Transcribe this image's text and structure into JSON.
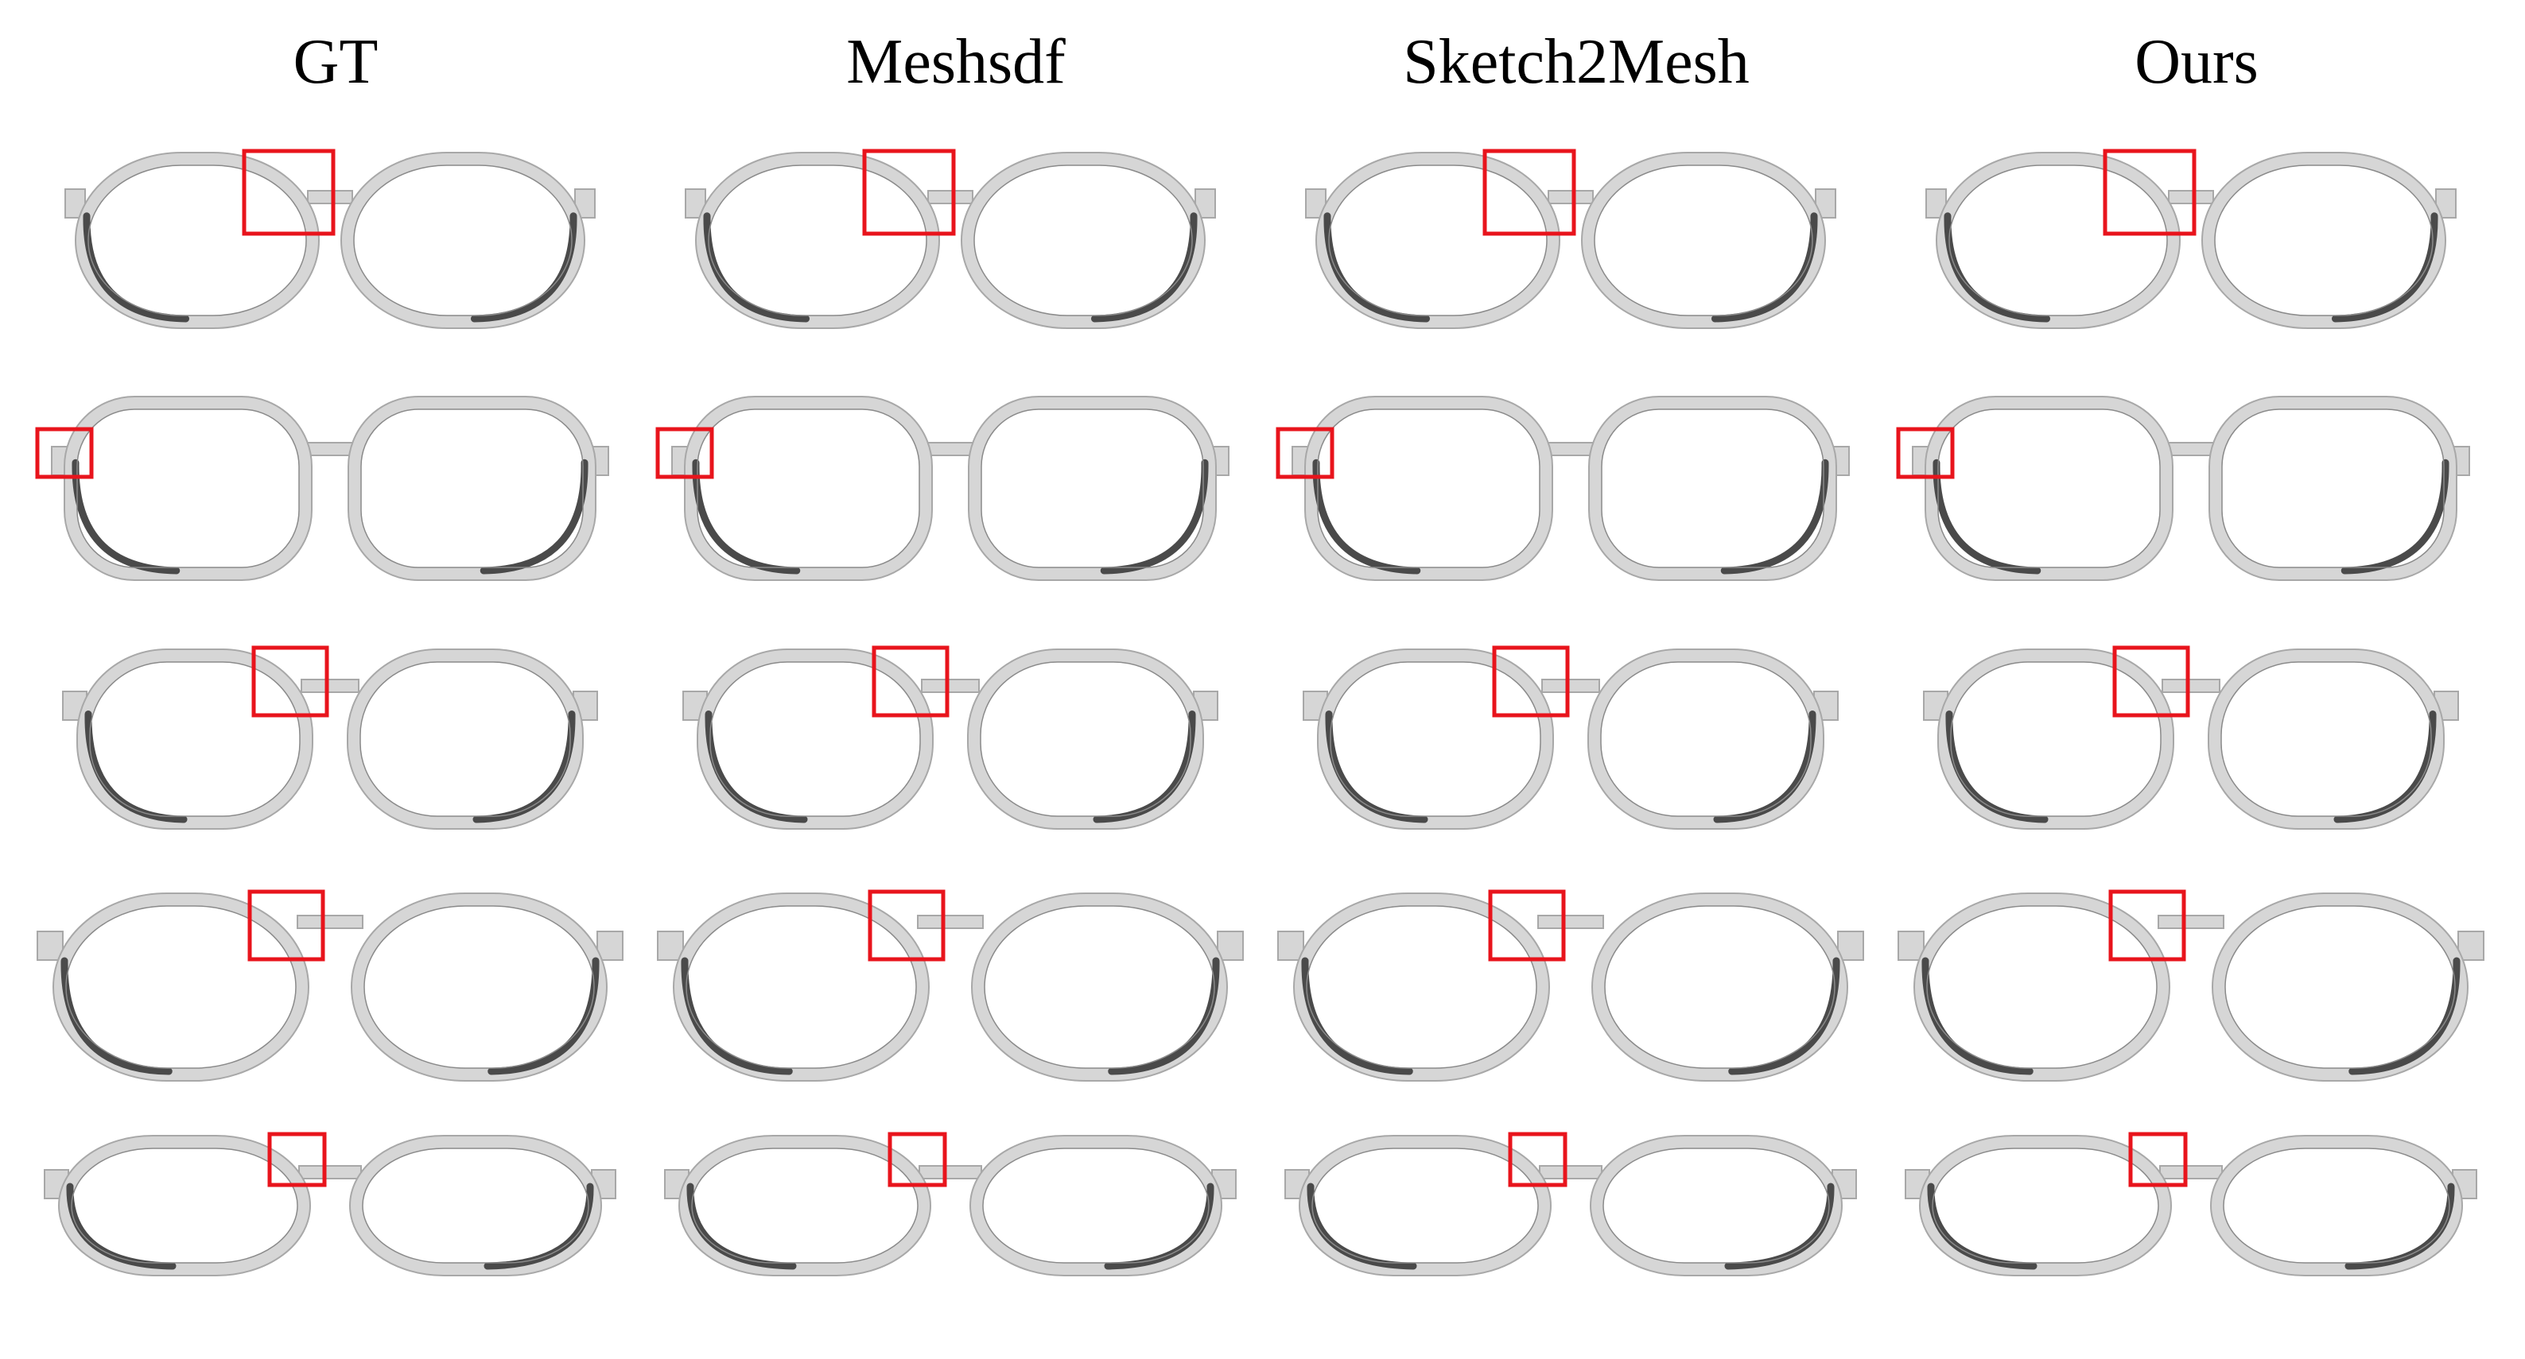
{
  "figure": {
    "columns": [
      {
        "key": "gt",
        "label": "GT"
      },
      {
        "key": "meshsdf",
        "label": "Meshsdf"
      },
      {
        "key": "sketch2mesh",
        "label": "Sketch2Mesh"
      },
      {
        "key": "ours",
        "label": "Ours"
      }
    ],
    "rows": [
      {
        "shape": "aviator",
        "highlight": "bridge"
      },
      {
        "shape": "square",
        "highlight": "outer-left"
      },
      {
        "shape": "rounded",
        "highlight": "bridge"
      },
      {
        "shape": "round",
        "highlight": "bridge"
      },
      {
        "shape": "half-rim",
        "highlight": "bridge"
      }
    ],
    "colors": {
      "frame_light": "#d6d6d6",
      "frame_dark": "#4a4a4a",
      "frame_edge": "#a8a8a8",
      "highlight_box": "#e8141c"
    }
  }
}
